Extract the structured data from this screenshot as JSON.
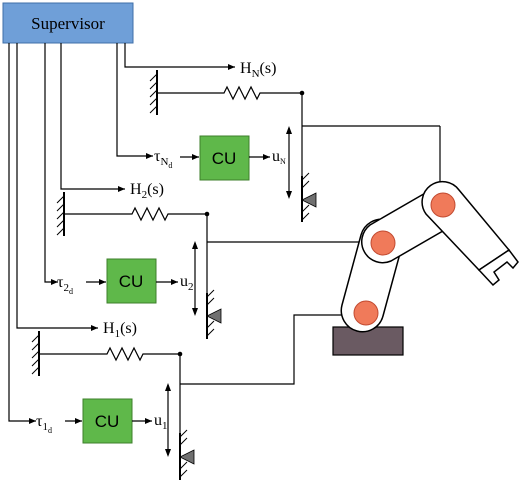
{
  "supervisor": {
    "label": "Supervisor"
  },
  "controllers": [
    {
      "cu_label": "CU",
      "ref_symbol": "τ",
      "ref_sub": "N",
      "ref_subsub": "d",
      "out_symbol": "u",
      "out_sub": "N",
      "stiffness_symbol": "H",
      "stiffness_sub": "N",
      "stiffness_arg": "(s)"
    },
    {
      "cu_label": "CU",
      "ref_symbol": "τ",
      "ref_sub": "2",
      "ref_subsub": "d",
      "out_symbol": "u",
      "out_sub": "2",
      "stiffness_symbol": "H",
      "stiffness_sub": "2",
      "stiffness_arg": "(s)"
    },
    {
      "cu_label": "CU",
      "ref_symbol": "τ",
      "ref_sub": "1",
      "ref_subsub": "d",
      "out_symbol": "u",
      "out_sub": "1",
      "stiffness_symbol": "H",
      "stiffness_sub": "1",
      "stiffness_arg": "(s)"
    }
  ],
  "colors": {
    "supervisor_fill": "#6f9fd8",
    "cu_fill": "#5fb84a",
    "joint_fill": "#f07a5a",
    "base_fill": "#6a5a62"
  }
}
